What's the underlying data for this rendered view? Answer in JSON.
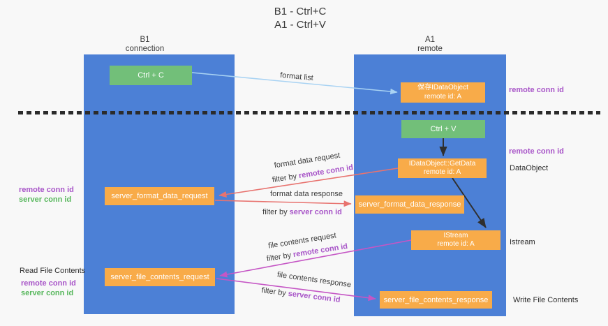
{
  "title": {
    "line1": "B1 - Ctrl+C",
    "line2": "A1 - Ctrl+V"
  },
  "columns": {
    "left": {
      "header_line1": "B1",
      "header_line2": "connection"
    },
    "right": {
      "header_line1": "A1",
      "header_line2": "remote"
    }
  },
  "boxes": {
    "ctrl_c": {
      "label": "Ctrl + C"
    },
    "ctrl_v": {
      "label": "Ctrl + V"
    },
    "save_idataobject": {
      "line1": "保存IDataObject",
      "line2": "remote id: A"
    },
    "getdata": {
      "line1": "IDataObject::GetData",
      "line2": "remote id: A"
    },
    "istream": {
      "line1": "IStream",
      "line2": "remote id: A"
    },
    "server_format_data_request": {
      "label": "server_format_data_request"
    },
    "server_format_data_response": {
      "label": "server_format_data_response"
    },
    "server_file_contents_request": {
      "label": "server_file_contents_request"
    },
    "server_file_contents_response": {
      "label": "server_file_contents_response"
    }
  },
  "arrows": {
    "format_list": "format list",
    "format_data_request": "format data request",
    "format_data_response": "format data response",
    "file_contents_request": "file contents request",
    "file_contents_response": "file contents response"
  },
  "labels": {
    "filter_by": "filter by ",
    "remote_conn_id": "remote conn id",
    "server_conn_id": "server conn id"
  },
  "side": {
    "dataobject": "DataObject",
    "istream": "Istream",
    "read_file_contents": "Read File Contents",
    "write_file_contents": "Write File Contents"
  },
  "colors": {
    "column_blue": "#4c80d6",
    "box_green": "#72bf79",
    "box_orange": "#f8ab49",
    "purple_label": "#a855c8",
    "green_label": "#57b75c",
    "arrow_red": "#e8736f",
    "arrow_magenta": "#c556c5",
    "arrow_light_blue": "#a9d3f3",
    "arrow_black": "#2f2f2f"
  }
}
